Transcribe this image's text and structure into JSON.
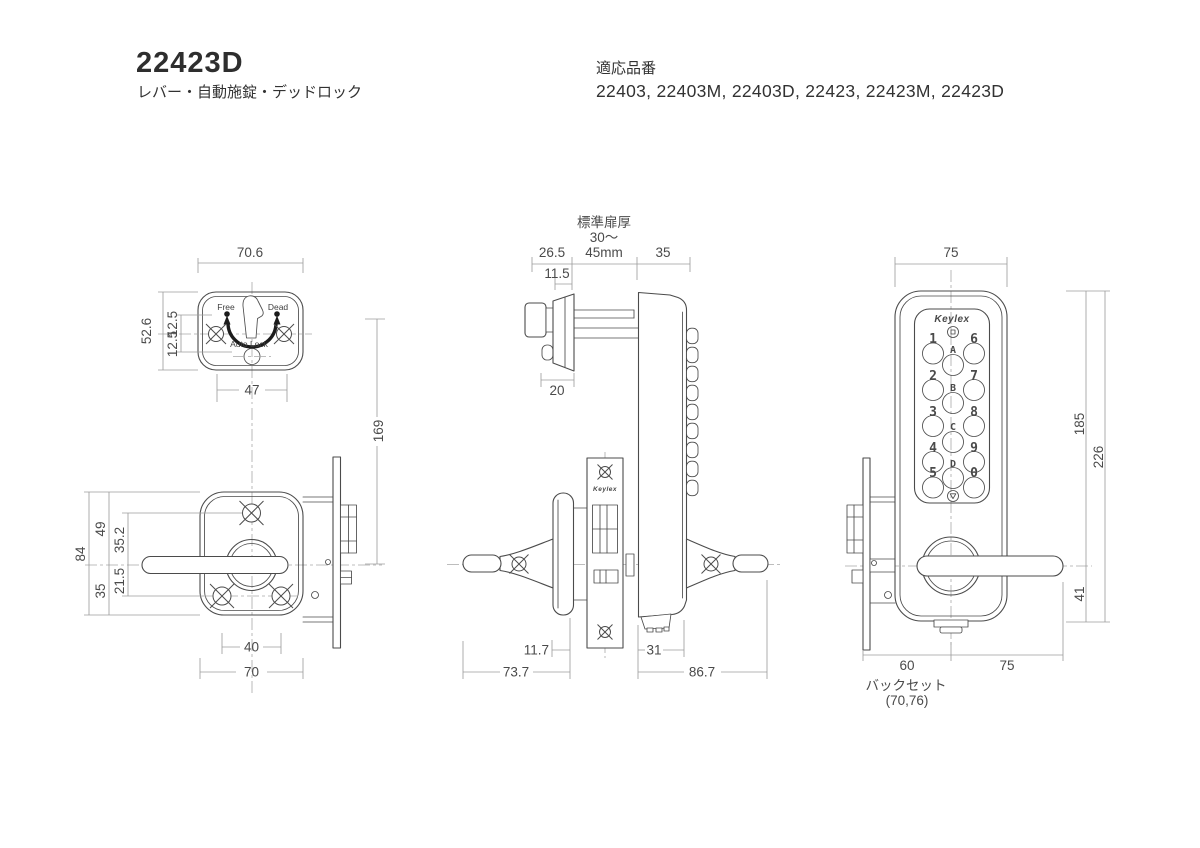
{
  "header": {
    "model": "22423D",
    "subtitle": "レバー・自動施錠・デッドロック",
    "compat_title": "適応品番",
    "compat_list": "22403, 22403M, 22403D, 22423, 22423M, 22423D"
  },
  "indicator_view": {
    "dim_width": "70.6",
    "dim_height": "52.6",
    "dim_upper": "12.5",
    "dim_lower": "12.5",
    "dim_screws": "47",
    "label_free": "Free",
    "label_dead": "Dead",
    "label_autolock": "Auto Lock"
  },
  "inside_view": {
    "dim_total_h": "84",
    "dim_upper_h": "49",
    "dim_lower_h": "35",
    "dim_screw_top": "35.2",
    "dim_screw_bottom": "21.5",
    "dim_screw_span": "40",
    "dim_plate_w": "70",
    "dim_height": "169"
  },
  "side_view": {
    "door_label_line1": "標準扉厚",
    "door_label_line2": "30〜",
    "door_label_line3": "45mm",
    "dim_inside_proj": "26.5",
    "dim_rose_step": "11.5",
    "dim_outside_proj": "35",
    "dim_knob": "20",
    "dim_rose_depth": "11.7",
    "dim_inside_total": "73.7",
    "dim_body_depth": "31",
    "dim_outside_total": "86.7",
    "logo": "Keylex"
  },
  "outside_view": {
    "dim_width": "75",
    "dim_body_h": "185",
    "dim_total_h": "226",
    "dim_lever_h": "41",
    "dim_backset": "60",
    "dim_lever_len": "75",
    "backset_label": "バックセット",
    "backset_note": "(70,76)",
    "logo": "Keylex",
    "keypad": {
      "left": [
        "1",
        "2",
        "3",
        "4",
        "5"
      ],
      "right": [
        "6",
        "7",
        "8",
        "9",
        "0"
      ],
      "middle": [
        "A",
        "B",
        "C",
        "D"
      ]
    }
  }
}
